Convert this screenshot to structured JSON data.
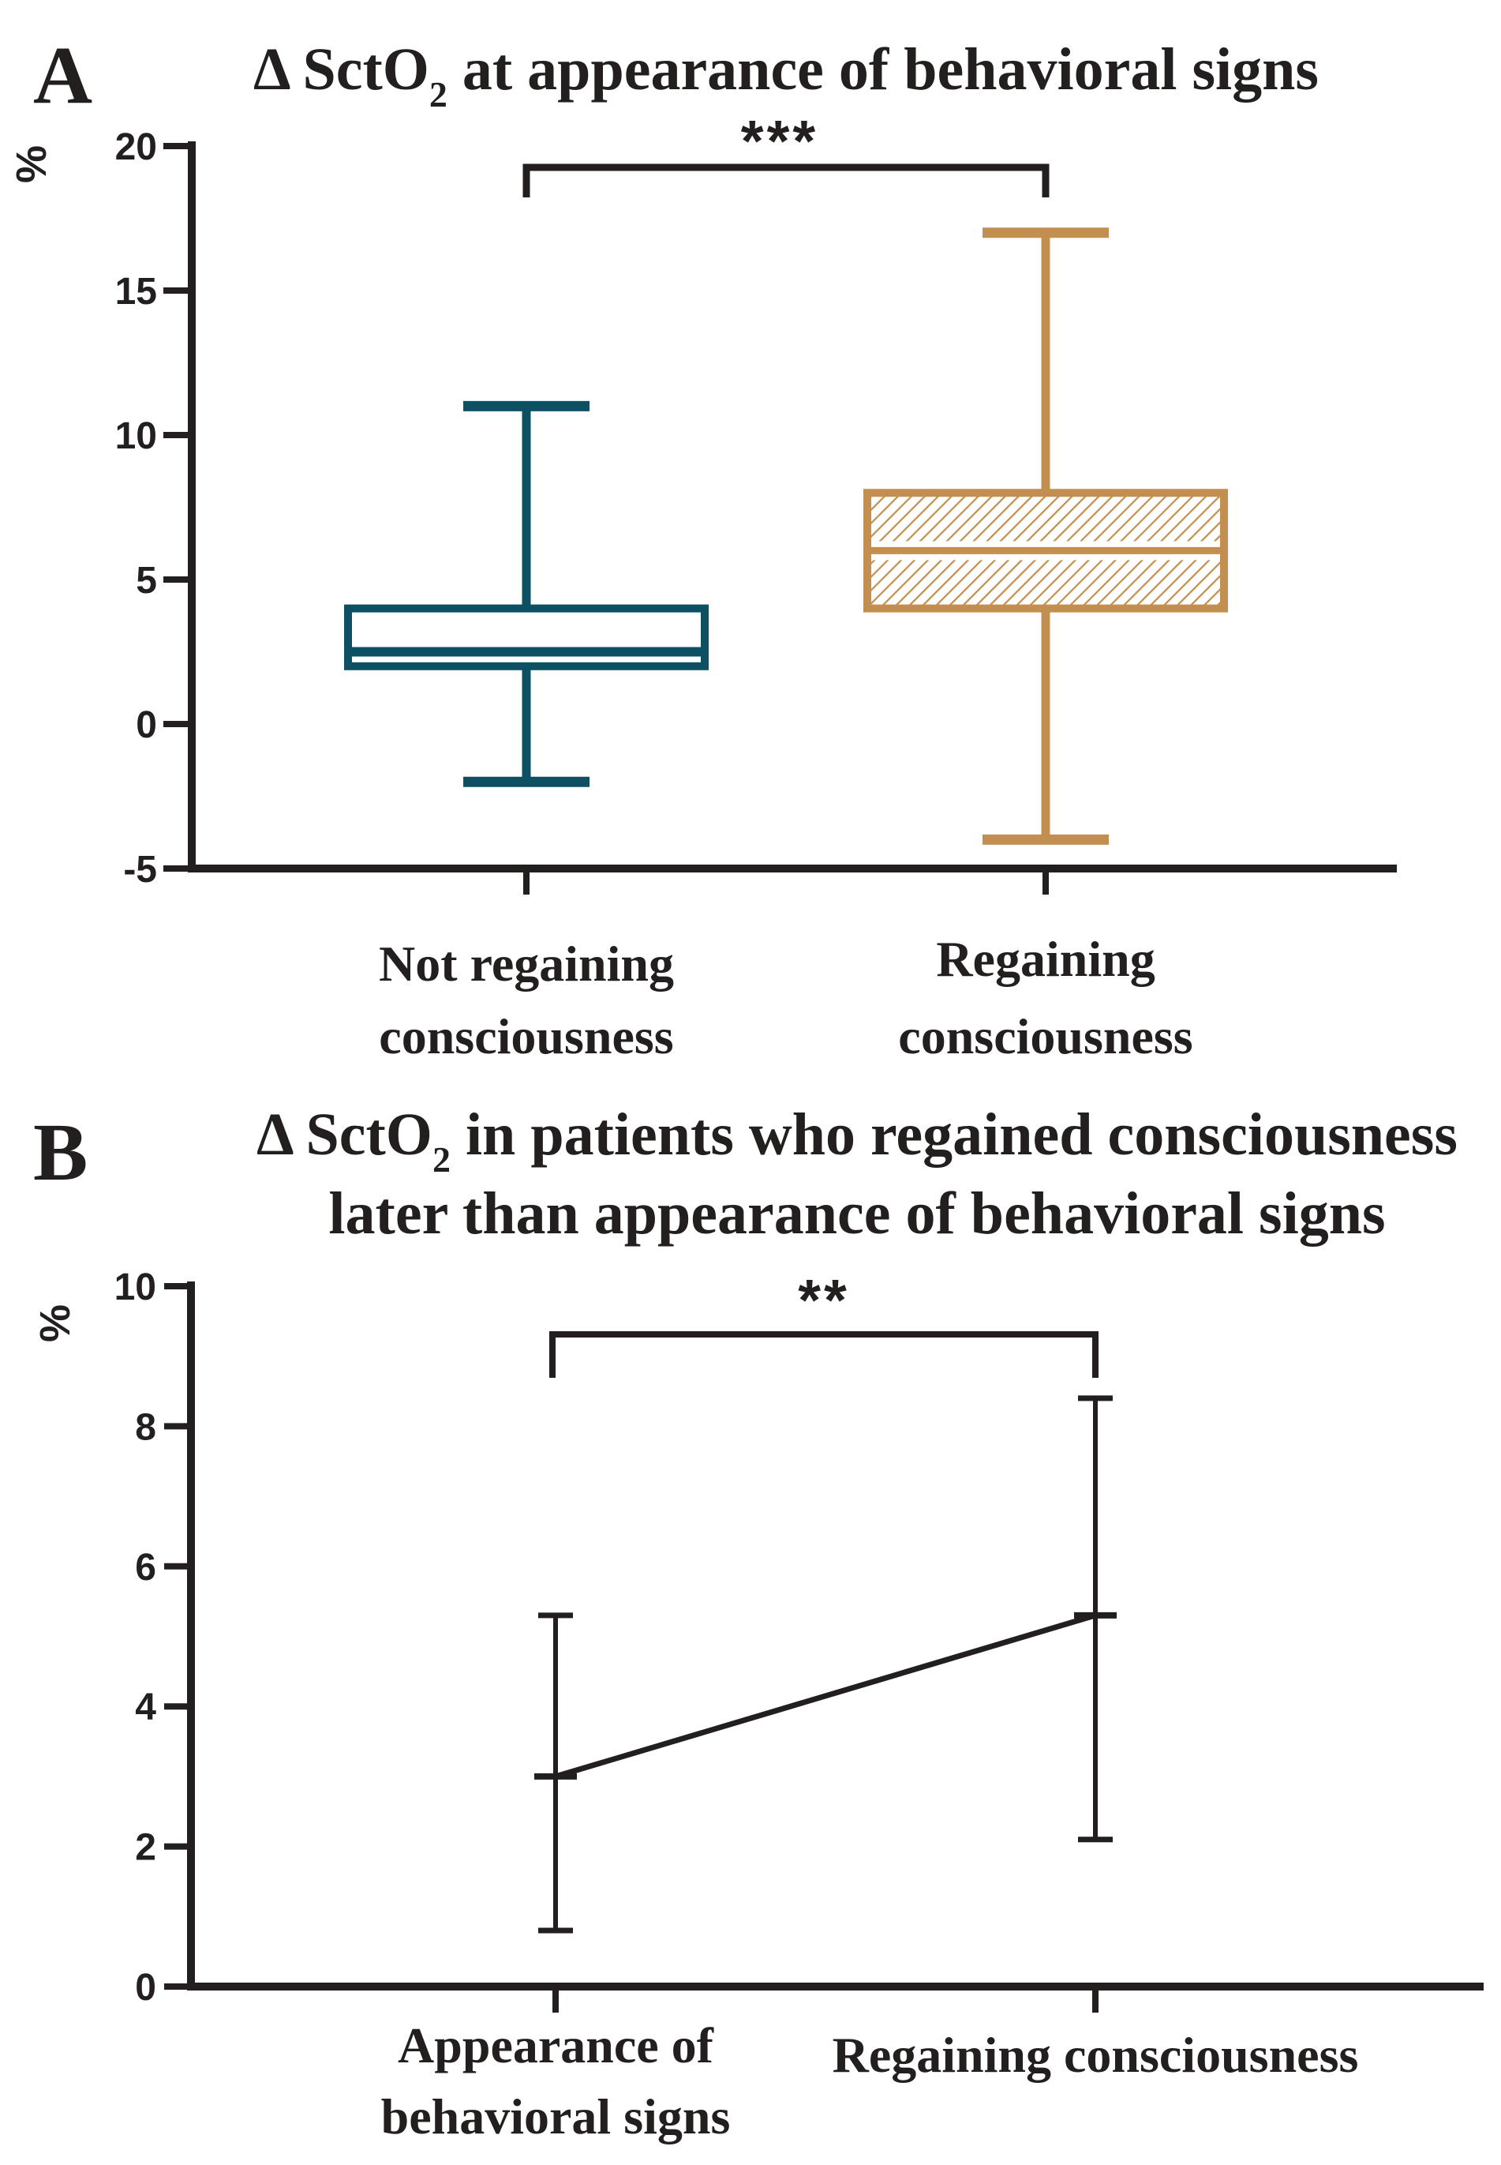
{
  "figure": {
    "background": "#ffffff",
    "ink": "#231f1e",
    "colors": {
      "not_regaining_teal": "#0d4f63",
      "regaining_gold": "#c28f50"
    },
    "panels": {
      "A": {
        "label": "A",
        "title": {
          "prefix": "Δ SctO",
          "sub": "2",
          "rest": " at appearance of behavioral signs"
        },
        "y_axis_unit": "%",
        "significance_label": "***",
        "x_labels": [
          {
            "lines": [
              "Not regaining",
              "consciousness"
            ]
          },
          {
            "lines": [
              "Regaining",
              "consciousness"
            ]
          }
        ]
      },
      "B": {
        "label": "B",
        "title": {
          "line1": {
            "prefix": "Δ SctO",
            "sub": "2",
            "rest": " in patients who regained consciousness"
          },
          "line2": "later than appearance of behavioral signs"
        },
        "y_axis_unit": "%",
        "significance_label": "**",
        "x_labels": [
          {
            "lines": [
              "Appearance of",
              "behavioral signs"
            ]
          },
          {
            "lines": [
              "Regaining consciousness"
            ]
          }
        ]
      }
    }
  },
  "chart_data": [
    {
      "type": "box",
      "panel": "A",
      "title": "Δ SctO2 at appearance of behavioral signs",
      "ylabel": "%",
      "ylim": [
        -5,
        20
      ],
      "yticks": [
        20,
        15,
        10,
        5,
        0,
        -5
      ],
      "grid": false,
      "categories": [
        "Not regaining consciousness",
        "Regaining consciousness"
      ],
      "series": [
        {
          "name": "Not regaining consciousness",
          "whisker_min": -2,
          "q1": 2,
          "median": 2.5,
          "q3": 4,
          "whisker_max": 11,
          "color": "#0d4f63",
          "fill": "solid-white"
        },
        {
          "name": "Regaining consciousness",
          "whisker_min": -4,
          "q1": 4,
          "median": 6,
          "q3": 8,
          "whisker_max": 17,
          "color": "#c28f50",
          "fill": "diagonal-hatch"
        }
      ],
      "significance": {
        "label": "***",
        "between": [
          "Not regaining consciousness",
          "Regaining consciousness"
        ]
      }
    },
    {
      "type": "line-errorbar",
      "panel": "B",
      "title": "Δ SctO2 in patients who regained consciousness later than appearance of behavioral signs",
      "ylabel": "%",
      "ylim": [
        0,
        10
      ],
      "yticks": [
        10,
        8,
        6,
        4,
        2,
        0
      ],
      "grid": false,
      "categories": [
        "Appearance of behavioral signs",
        "Regaining consciousness"
      ],
      "points": [
        {
          "x": "Appearance of behavioral signs",
          "mean": 3.0,
          "lower": 0.8,
          "upper": 5.3
        },
        {
          "x": "Regaining consciousness",
          "mean": 5.3,
          "lower": 2.1,
          "upper": 8.4
        }
      ],
      "connect_means": true,
      "significance": {
        "label": "**",
        "between": [
          "Appearance of behavioral signs",
          "Regaining consciousness"
        ]
      }
    }
  ]
}
